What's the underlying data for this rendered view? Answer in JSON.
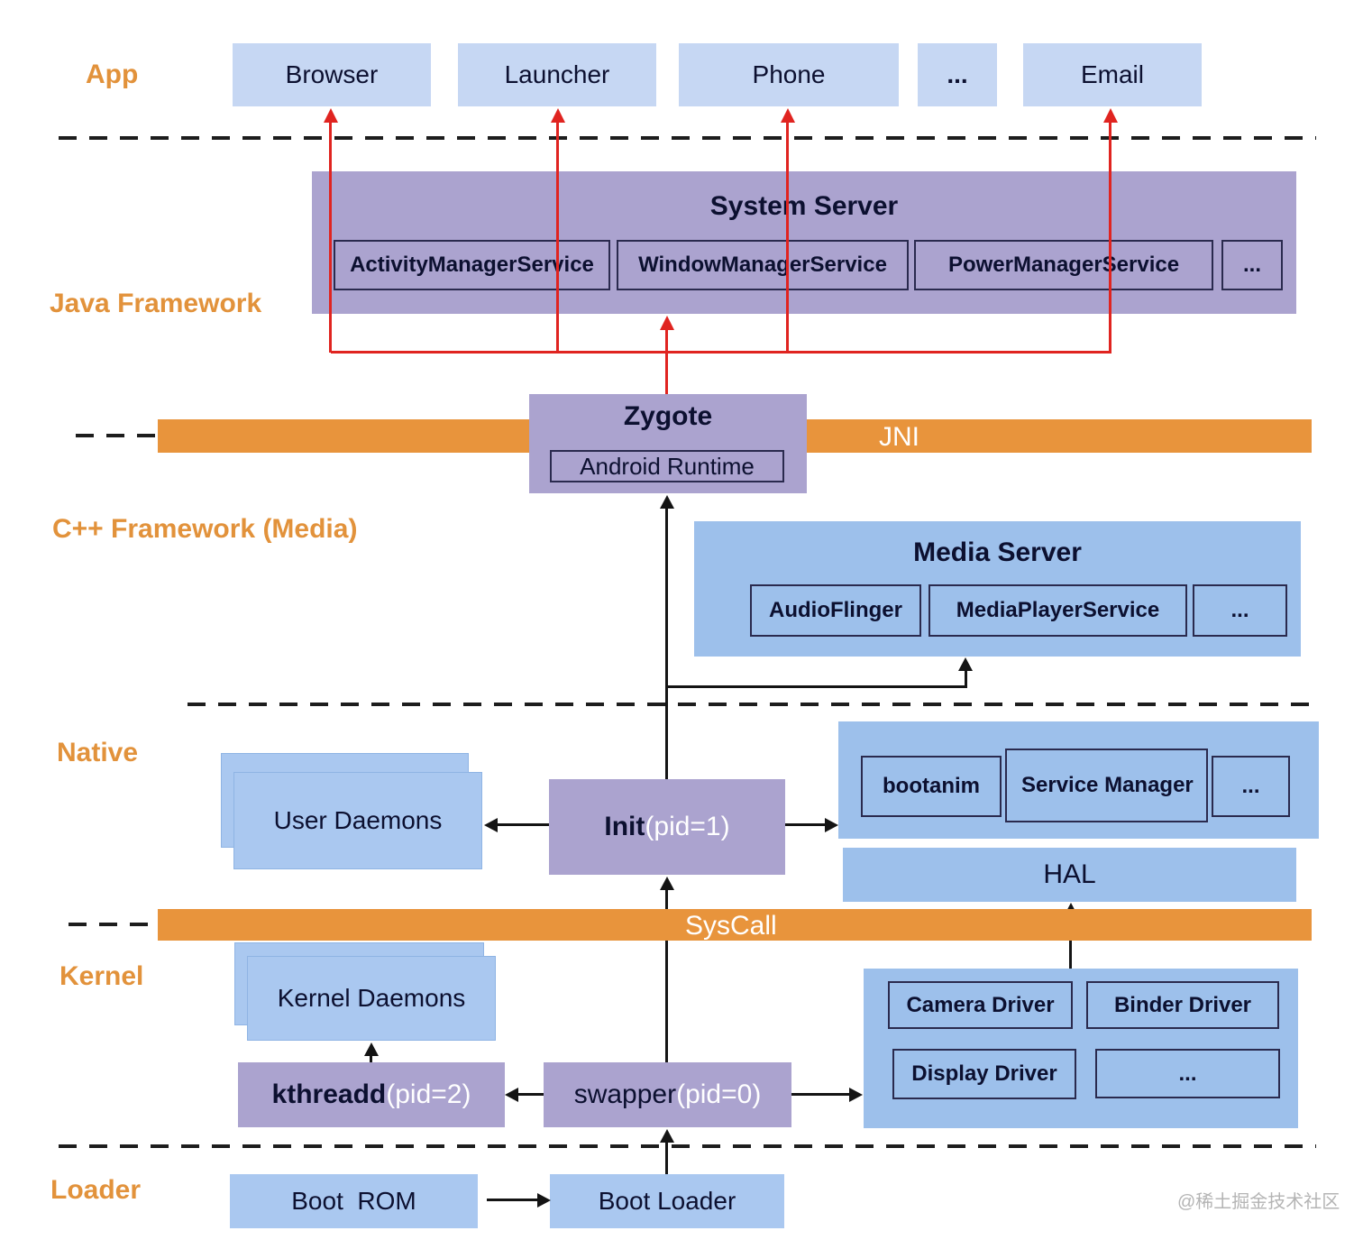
{
  "labels": {
    "app": "App",
    "java_framework": "Java Framework",
    "cpp_framework": "C++ Framework (Media)",
    "native": "Native",
    "kernel": "Kernel",
    "loader": "Loader"
  },
  "app_row": {
    "browser": "Browser",
    "launcher": "Launcher",
    "phone": "Phone",
    "dots": "...",
    "email": "Email"
  },
  "system_server": {
    "title": "System Server",
    "services": [
      "ActivityManagerService",
      "WindowManagerService",
      "PowerManagerService",
      "..."
    ]
  },
  "jni_bar": {
    "label": "JNI"
  },
  "zygote": {
    "title": "Zygote",
    "runtime": "Android Runtime"
  },
  "media_server": {
    "title": "Media Server",
    "services": [
      "AudioFlinger",
      "MediaPlayerService",
      "..."
    ]
  },
  "native_row": {
    "user_daemons": "User Daemons",
    "init_name": "Init",
    "init_pid": "(pid=1)",
    "bootanim": "bootanim",
    "service_manager": "Service Manager",
    "dots": "..."
  },
  "hal": {
    "label": "HAL"
  },
  "syscall_bar": {
    "label": "SysCall"
  },
  "kernel_row": {
    "kernel_daemons": "Kernel Daemons",
    "kthreadd_name": "kthreadd",
    "kthreadd_pid": "(pid=2)",
    "swapper_name": "swapper",
    "swapper_pid": "(pid=0)",
    "drivers": [
      "Camera Driver",
      "Binder Driver",
      "Display Driver",
      "..."
    ]
  },
  "loader_row": {
    "boot_rom": "Boot  ROM",
    "boot_loader": "Boot Loader"
  },
  "watermark": "@稀土掘金技术社区",
  "colors": {
    "orange_bar": "#e8943c",
    "orange_label": "#e2923b",
    "red_connector": "#e02420",
    "purple_box": "#aba3cf",
    "blue_app_box": "#c6d7f3",
    "blue_light_box": "#aac8f0",
    "blue_medium_box": "#9dc0eb"
  }
}
